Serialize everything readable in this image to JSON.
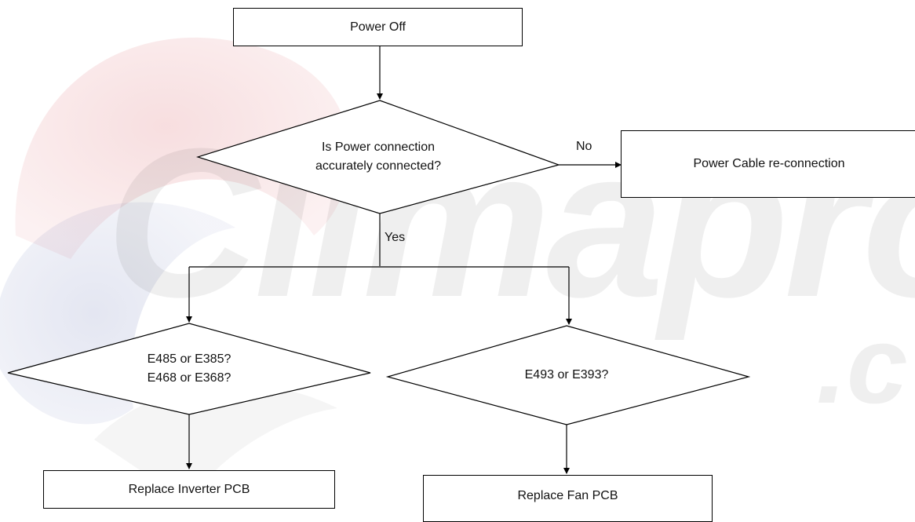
{
  "watermark": {
    "text": "Climaproyect",
    "suffix": ".c",
    "colors": {
      "red": "#c8141e",
      "blue": "#1c2f8f",
      "gray": "#9a9a9a"
    }
  },
  "nodes": {
    "start": "Power Off",
    "check_connection": [
      "Is Power connection",
      "accurately connected?"
    ],
    "reconnect": "Power Cable re-connection",
    "check_inverter_codes": [
      "E485 or E385?",
      "E468 or E368?"
    ],
    "check_fan_codes": "E493 or E393?",
    "replace_inverter": "Replace Inverter PCB",
    "replace_fan": "Replace Fan PCB"
  },
  "edges": {
    "no_label": "No",
    "yes_label": "Yes"
  }
}
